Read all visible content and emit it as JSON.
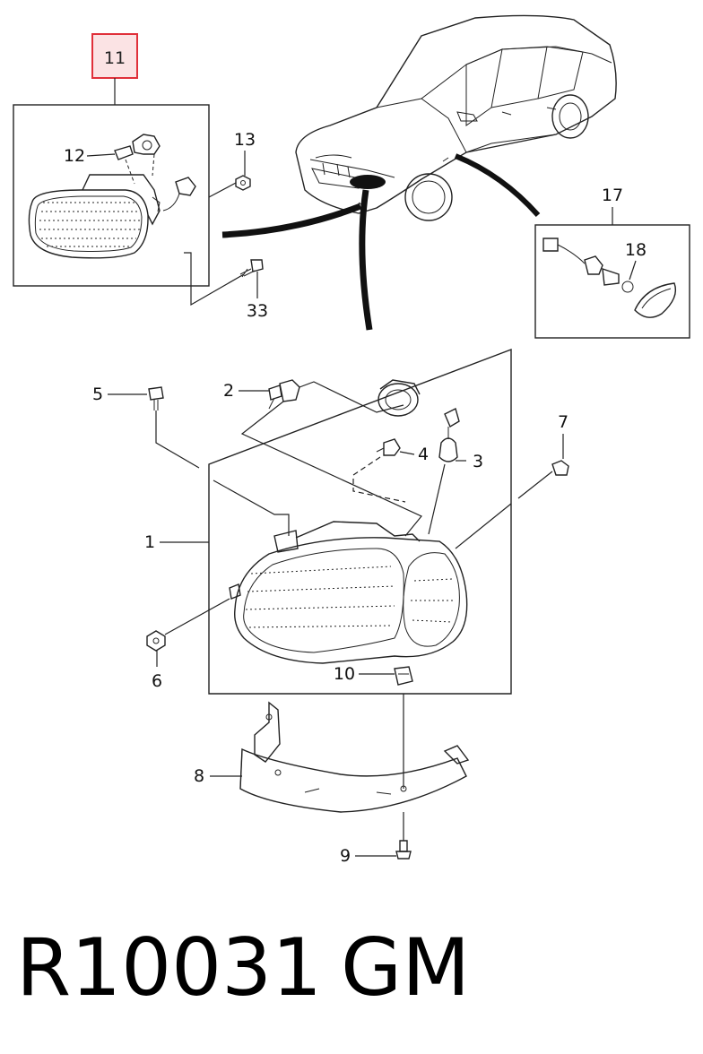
{
  "callouts": {
    "c1": "1",
    "c2": "2",
    "c3": "3",
    "c4": "4",
    "c5": "5",
    "c6": "6",
    "c7": "7",
    "c8": "8",
    "c9": "9",
    "c10": "10",
    "c11": "11",
    "c12": "12",
    "c13": "13",
    "c17": "17",
    "c18": "18",
    "c33": "33"
  },
  "highlight": {
    "callout": "11",
    "color": "#e0303a",
    "fill": "#fbe3e4"
  },
  "caption": {
    "part_number": "R10031",
    "brand": "GM"
  }
}
